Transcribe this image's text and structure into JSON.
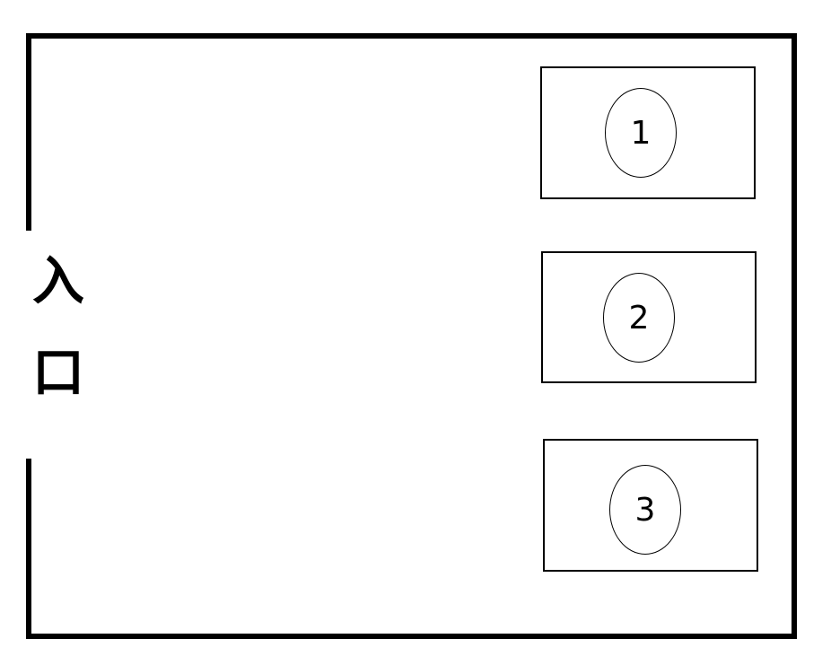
{
  "entrance": {
    "char1": "入",
    "char2": "口"
  },
  "seats": [
    {
      "label": "1"
    },
    {
      "label": "2"
    },
    {
      "label": "3"
    }
  ]
}
